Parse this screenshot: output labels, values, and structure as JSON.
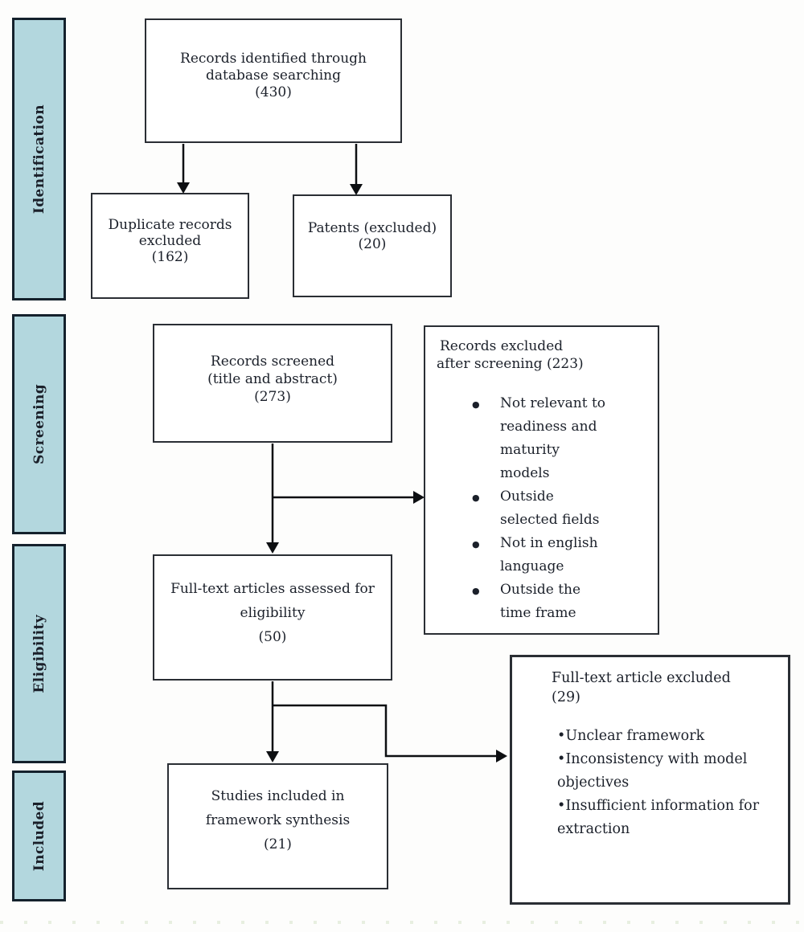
{
  "colors": {
    "background": "#fdfdfc",
    "stage_fill": "#b3d7de",
    "stage_border": "#14212c",
    "box_border": "#2a2e34",
    "arrow": "#0d0f12",
    "text": "#1b202a"
  },
  "sidebar": {
    "stages": [
      {
        "label": "Identification"
      },
      {
        "label": "Screening"
      },
      {
        "label": "Eligibility"
      },
      {
        "label": "Included"
      }
    ]
  },
  "boxes": {
    "records_identified": {
      "lines": [
        "Records identified through",
        "database searching",
        "(430)"
      ]
    },
    "duplicate_records": {
      "lines": [
        "Duplicate records",
        "excluded",
        "(162)"
      ]
    },
    "patents_excluded": {
      "lines": [
        "Patents (excluded)",
        "(20)"
      ]
    },
    "records_screened": {
      "lines": [
        "Records screened",
        "(title and abstract)",
        "(273)"
      ]
    },
    "records_excluded": {
      "title_lines": [
        "Records excluded",
        "after screening (223)"
      ],
      "bullets": [
        "Not relevant to readiness and maturity models",
        "Outside selected fields",
        "Not in english language",
        "Outside the time frame"
      ]
    },
    "fulltext_assessed": {
      "lines": [
        "Full-text articles assessed for",
        "eligibility",
        "(50)"
      ]
    },
    "fulltext_excluded": {
      "title": "Full-text article excluded (29)",
      "bullets": [
        "Unclear framework",
        "Inconsistency with model objectives",
        "Insufficient information for extraction"
      ]
    },
    "studies_included": {
      "lines": [
        "Studies included in",
        "framework synthesis",
        "(21)"
      ]
    }
  }
}
